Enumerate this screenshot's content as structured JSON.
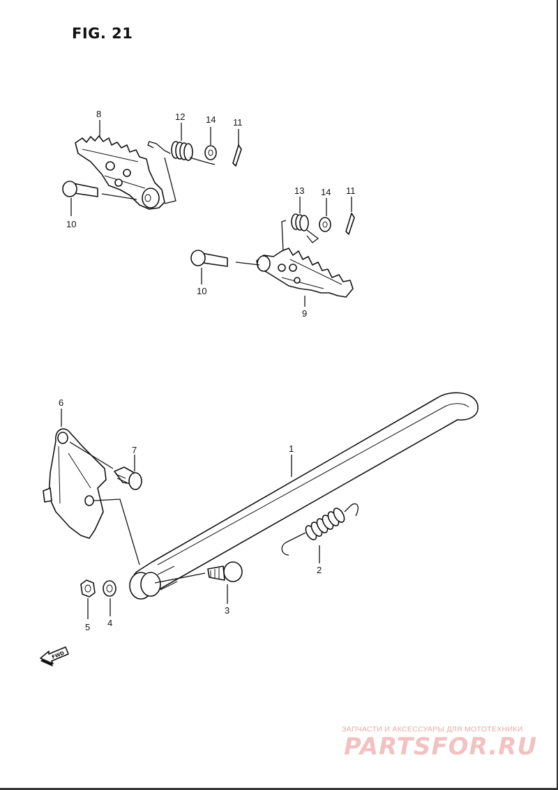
{
  "figure": {
    "title": "FIG. 21"
  },
  "callouts": {
    "c1": "1",
    "c2": "2",
    "c3": "3",
    "c4": "4",
    "c5": "5",
    "c6": "6",
    "c7": "7",
    "c8": "8",
    "c9": "9",
    "c10a": "10",
    "c10b": "10",
    "c11a": "11",
    "c11b": "11",
    "c12": "12",
    "c13": "13",
    "c14a": "14",
    "c14b": "14"
  },
  "fwd_arrow": {
    "label": "FWD",
    "icon": "fwd-arrow-icon"
  },
  "watermark": {
    "caption": "ЗАПЧАСТИ И АКСЕССУАРЫ ДЛЯ МОТОТЕХНИКИ",
    "logo": "PARTSFOR.RU",
    "color": "#f2c2c2"
  }
}
